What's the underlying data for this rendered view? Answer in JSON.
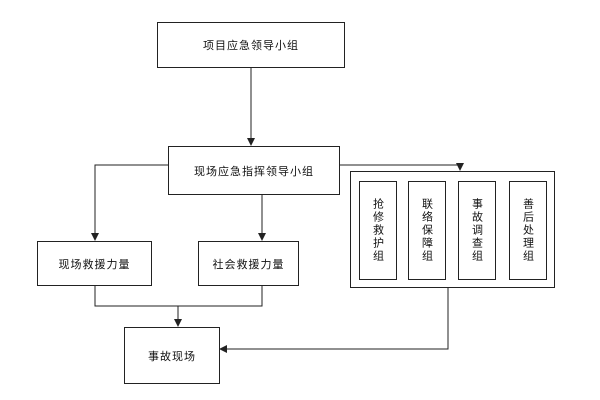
{
  "nodes": {
    "leadership": "项目应急领导小组",
    "command": "现场应急指挥领导小组",
    "onsite_rescue": "现场救援力量",
    "social_rescue": "社会救援力量",
    "accident_scene": "事故现场"
  },
  "teams": [
    "抢修救护组",
    "联络保障组",
    "事故调查组",
    "善后处理组"
  ]
}
